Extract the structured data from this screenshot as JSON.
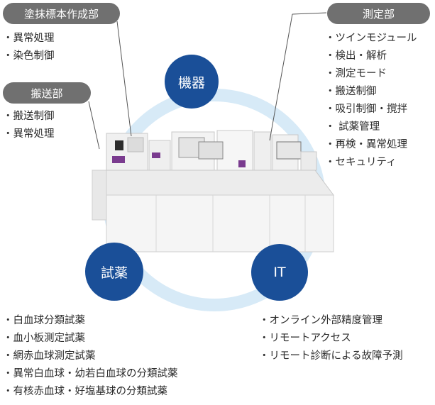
{
  "labels": {
    "smear": "塗抹標本作成部",
    "transport": "搬送部",
    "measure": "測定部"
  },
  "lists": {
    "smear": [
      "異常処理",
      "染色制御"
    ],
    "transport": [
      "搬送制御",
      "異常処理"
    ],
    "measure": [
      "ツインモジュール",
      "検出・解析",
      "測定モード",
      "搬送制御",
      "吸引制御・撹拌",
      " 試薬管理",
      "再検・異常処理",
      "セキュリティ"
    ],
    "reagent": [
      "白血球分類試薬",
      "血小板測定試薬",
      "網赤血球測定試薬",
      "異常白血球・幼若白血球の分類試薬",
      "有核赤血球・好塩基球の分類試薬"
    ],
    "it": [
      "オンライン外部精度管理",
      "リモートアクセス",
      "リモート診断による故障予測"
    ]
  },
  "circles": {
    "equipment": "機器",
    "reagent": "試薬",
    "it": "IT"
  },
  "colors": {
    "circle_blue": "#1a4f98",
    "ring": "#d7eaf7",
    "pill": "#707070"
  }
}
